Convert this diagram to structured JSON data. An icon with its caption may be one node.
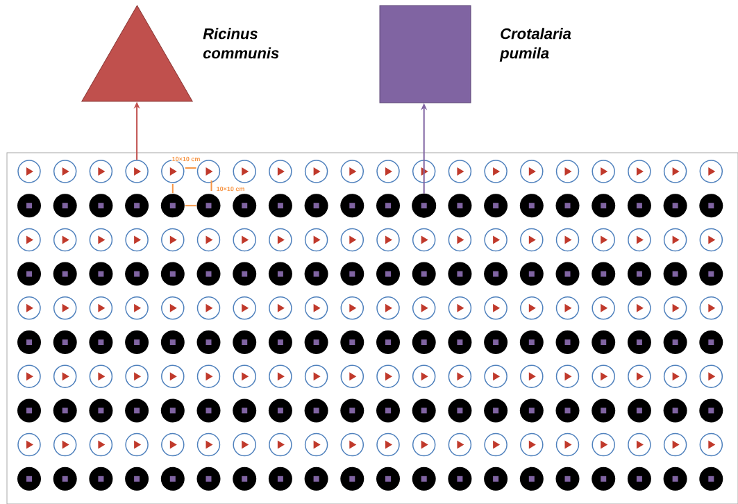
{
  "diagram": {
    "nodes": [
      {
        "text": [],
        "shape": "triangle",
        "beside": [
          "Ricinus communis"
        ]
      },
      {
        "text": [],
        "shape": "box",
        "beside": [
          "Crotalaria pumila"
        ]
      },
      {
        "text": [],
        "shape": "box"
      },
      {
        "text": [],
        "shape": "circle",
        "in": 2
      },
      {
        "text": [],
        "shape": "circle",
        "in": 2
      }
    ],
    "edges": [
      {
        "from": 3,
        "to": 0,
        "arrow": "to",
        "color": "#c0504d"
      },
      {
        "from": 4,
        "to": 1,
        "arrow": "to",
        "color": "#8064a2"
      }
    ],
    "labels": [
      "10×10 cm",
      "10×10 cm"
    ]
  }
}
